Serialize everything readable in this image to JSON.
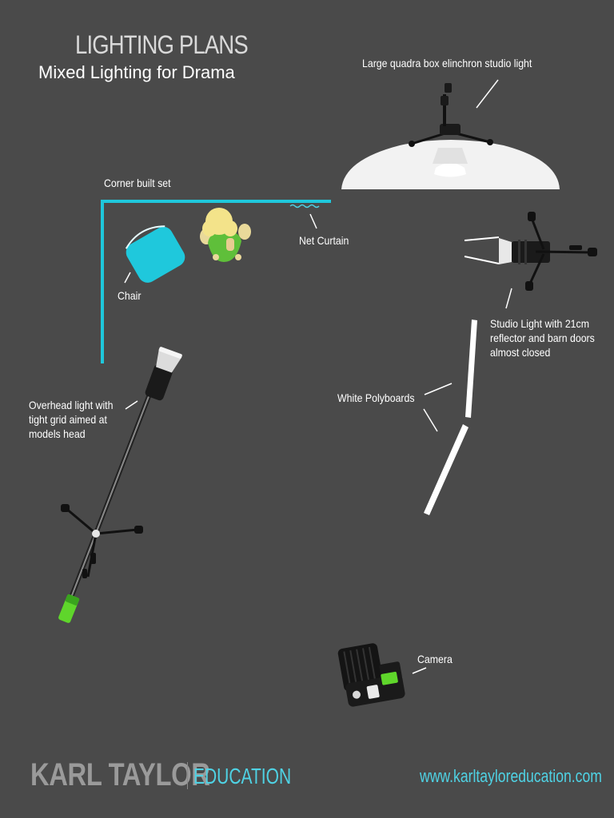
{
  "header": {
    "title": "LIGHTING PLANS",
    "subtitle": "Mixed Lighting for Drama"
  },
  "labels": {
    "large_light": "Large quadra box elinchron studio light",
    "corner_set": "Corner built set",
    "net_curtain": "Net Curtain",
    "chair": "Chair",
    "studio_light": [
      "Studio Light with 21cm",
      "reflector and barn doors",
      "almost closed"
    ],
    "overhead_light": [
      "Overhead light with",
      "tight grid aimed at",
      "models head"
    ],
    "polyboards": "White Polyboards",
    "camera": "Camera"
  },
  "footer": {
    "brand_name": "KARL TAYLOR",
    "brand_suffix": "EDUCATION",
    "url": "www.karltayloreducation.com"
  },
  "colors": {
    "background": "#4a4a4a",
    "accent": "#4fd2e4",
    "chair": "#1fc8dc",
    "model_dress": "#5fbf3a",
    "model_hair": "#f3e38a"
  },
  "icons": [
    "softbox-light-icon",
    "studio-light-icon",
    "overhead-boom-light-icon",
    "chair-icon",
    "model-figure-icon",
    "camera-icon"
  ]
}
